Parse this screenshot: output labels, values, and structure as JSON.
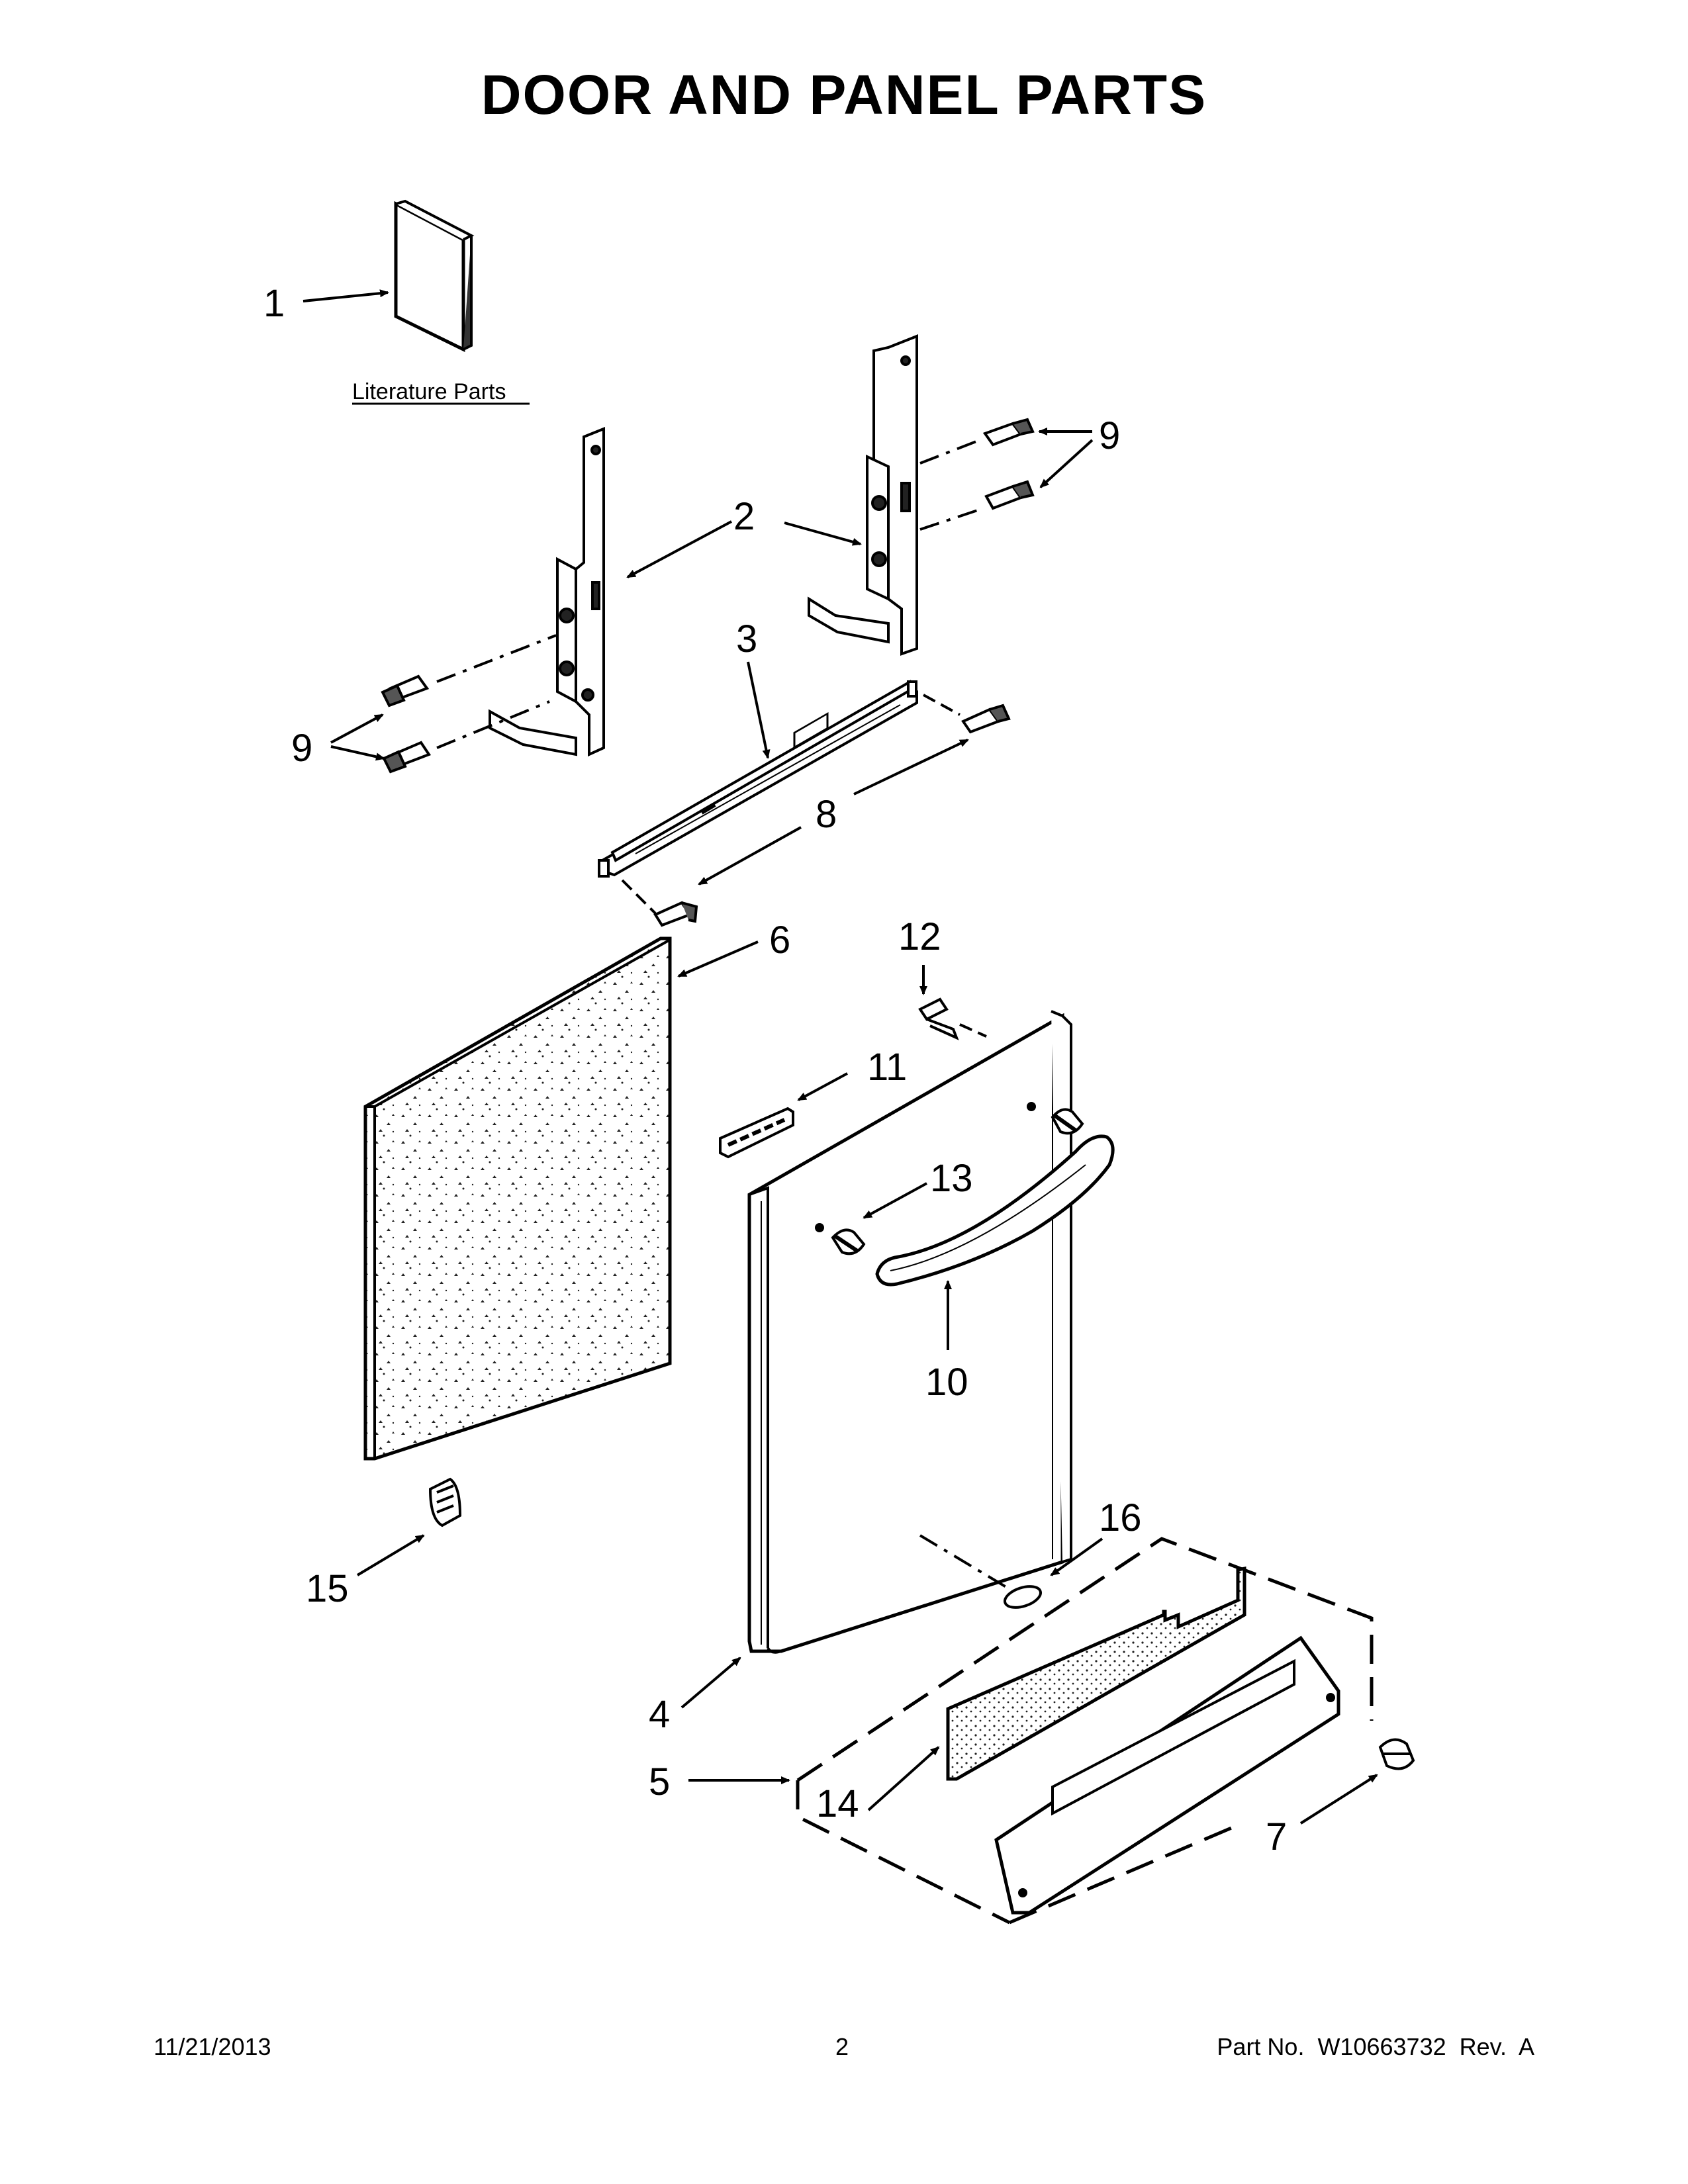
{
  "title": "DOOR AND PANEL PARTS",
  "literature_label": "Literature Parts",
  "callouts": {
    "c1": "1",
    "c2": "2",
    "c3": "3",
    "c4": "4",
    "c5": "5",
    "c6": "6",
    "c7": "7",
    "c8": "8",
    "c9a": "9",
    "c9b": "9",
    "c10": "10",
    "c11": "11",
    "c12": "12",
    "c13": "13",
    "c14": "14",
    "c15": "15",
    "c16": "16"
  },
  "footer": {
    "date": "11/21/2013",
    "page": "2",
    "part": "Part No.  W10663732  Rev.  A"
  }
}
